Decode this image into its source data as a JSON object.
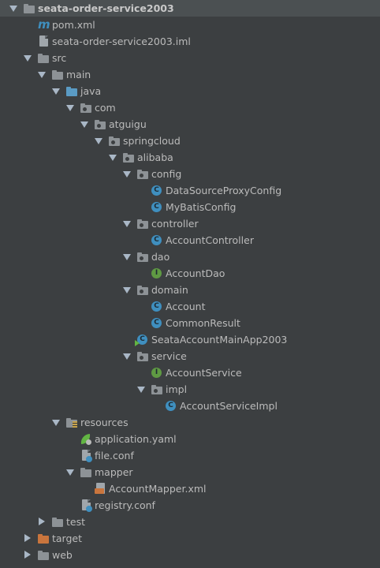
{
  "tree": {
    "nodes": [
      {
        "label": "seata-order-service2003",
        "depth": 0,
        "expanded": true,
        "icon": "folder-icon",
        "bold": true,
        "selected": true
      },
      {
        "label": "pom.xml",
        "depth": 1,
        "icon": "maven-icon"
      },
      {
        "label": "seata-order-service2003.iml",
        "depth": 1,
        "icon": "file-icon"
      },
      {
        "label": "src",
        "depth": 1,
        "expanded": true,
        "icon": "folder-icon"
      },
      {
        "label": "main",
        "depth": 2,
        "expanded": true,
        "icon": "folder-icon"
      },
      {
        "label": "java",
        "depth": 3,
        "expanded": true,
        "icon": "source-folder-icon"
      },
      {
        "label": "com",
        "depth": 4,
        "expanded": true,
        "icon": "package-icon"
      },
      {
        "label": "atguigu",
        "depth": 5,
        "expanded": true,
        "icon": "package-icon"
      },
      {
        "label": "springcloud",
        "depth": 6,
        "expanded": true,
        "icon": "package-icon"
      },
      {
        "label": "alibaba",
        "depth": 7,
        "expanded": true,
        "icon": "package-icon"
      },
      {
        "label": "config",
        "depth": 8,
        "expanded": true,
        "icon": "package-icon"
      },
      {
        "label": "DataSourceProxyConfig",
        "depth": 9,
        "icon": "class-icon"
      },
      {
        "label": "MyBatisConfig",
        "depth": 9,
        "icon": "class-icon"
      },
      {
        "label": "controller",
        "depth": 8,
        "expanded": true,
        "icon": "package-icon"
      },
      {
        "label": "AccountController",
        "depth": 9,
        "icon": "class-icon"
      },
      {
        "label": "dao",
        "depth": 8,
        "expanded": true,
        "icon": "package-icon"
      },
      {
        "label": "AccountDao",
        "depth": 9,
        "icon": "interface-icon"
      },
      {
        "label": "domain",
        "depth": 8,
        "expanded": true,
        "icon": "package-icon"
      },
      {
        "label": "Account",
        "depth": 9,
        "icon": "class-icon"
      },
      {
        "label": "CommonResult",
        "depth": 9,
        "icon": "class-icon"
      },
      {
        "label": "SeataAccountMainApp2003",
        "depth": 8,
        "icon": "main-class-icon"
      },
      {
        "label": "service",
        "depth": 8,
        "expanded": true,
        "icon": "package-icon"
      },
      {
        "label": "AccountService",
        "depth": 9,
        "icon": "interface-icon"
      },
      {
        "label": "impl",
        "depth": 9,
        "expanded": true,
        "icon": "package-icon"
      },
      {
        "label": "AccountServiceImpl",
        "depth": 10,
        "icon": "class-icon"
      },
      {
        "label": "resources",
        "depth": 3,
        "expanded": true,
        "icon": "resources-folder-icon"
      },
      {
        "label": "application.yaml",
        "depth": 4,
        "icon": "spring-yaml-icon"
      },
      {
        "label": "file.conf",
        "depth": 4,
        "icon": "config-file-icon"
      },
      {
        "label": "mapper",
        "depth": 4,
        "expanded": true,
        "icon": "folder-icon"
      },
      {
        "label": "AccountMapper.xml",
        "depth": 5,
        "icon": "xml-file-icon"
      },
      {
        "label": "registry.conf",
        "depth": 4,
        "icon": "config-file-icon"
      },
      {
        "label": "test",
        "depth": 2,
        "expanded": false,
        "icon": "folder-icon"
      },
      {
        "label": "target",
        "depth": 1,
        "expanded": false,
        "icon": "excluded-folder-icon"
      },
      {
        "label": "web",
        "depth": 1,
        "expanded": false,
        "icon": "folder-icon"
      }
    ]
  },
  "colors": {
    "background": "#3c3f41",
    "selection": "#4b5052",
    "text": "#bbbbbb",
    "class_icon": "#3f8fbf",
    "interface_icon": "#5f9a43",
    "excluded_folder": "#c9753d",
    "source_folder": "#5a9bc4"
  }
}
